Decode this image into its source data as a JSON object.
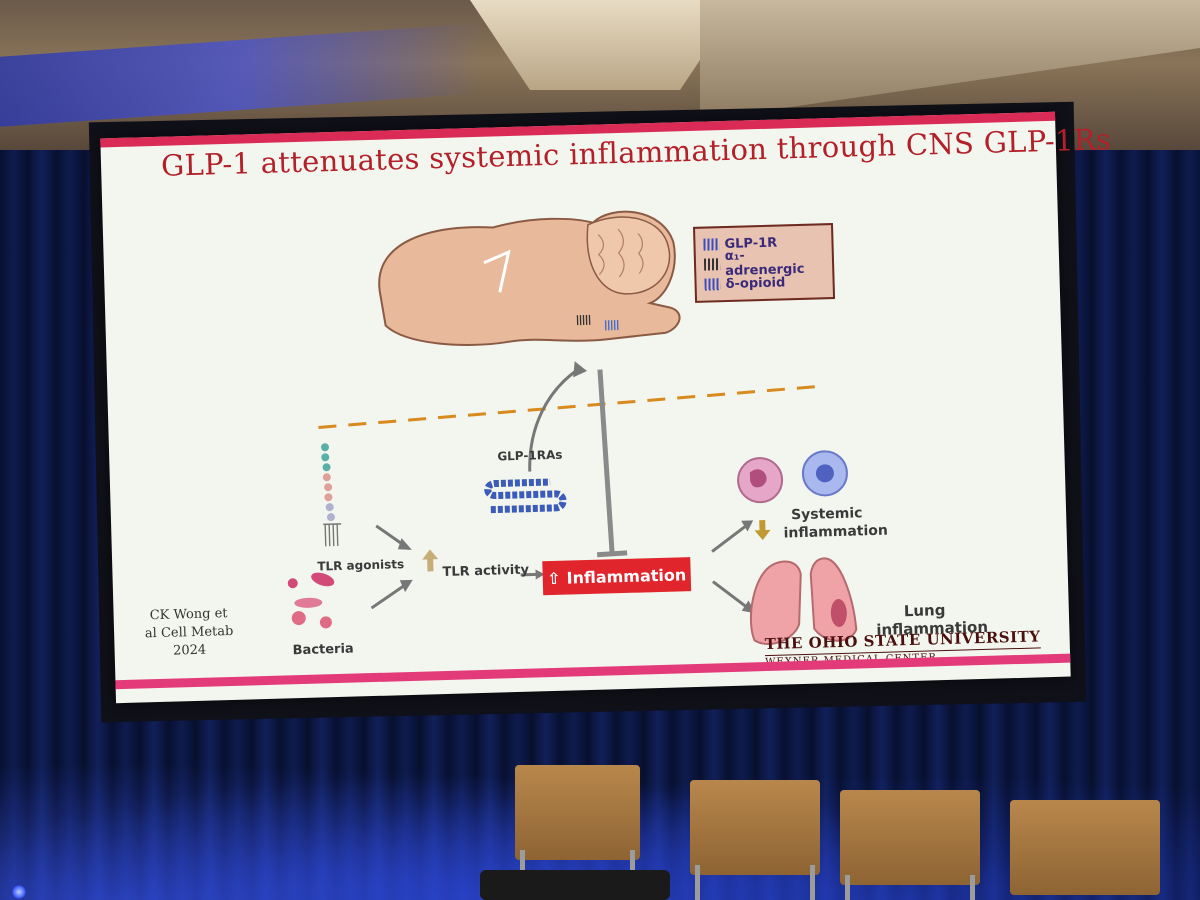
{
  "slide": {
    "title": "GLP-1 attenuates systemic inflammation through CNS GLP-1Rs",
    "legend": [
      "GLP-1R",
      "α₁-adrenergic",
      "δ-opioid"
    ],
    "labels": {
      "glp1ras": "GLP-1RAs",
      "tlr_agonists": "TLR agonists",
      "tlr_activity": "TLR activity",
      "bacteria": "Bacteria",
      "inflammation": "Inflammation",
      "systemic": "Systemic",
      "systemic2": "inflammation",
      "lung": "Lung",
      "lung2": "inflammation"
    },
    "citation": [
      "CK Wong et",
      "al Cell Metab",
      "2024"
    ],
    "institution": {
      "name": "THE OHIO STATE UNIVERSITY",
      "subtitle": "WEXNER MEDICAL CENTER"
    }
  },
  "colors": {
    "title": "#b3202a",
    "accent_bar": "#d92b55",
    "inflammation_box": "#e0262c",
    "dashed_line": "#d98a1e"
  }
}
